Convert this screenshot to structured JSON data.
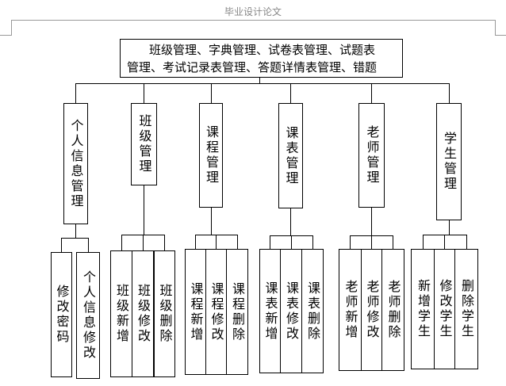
{
  "header": {
    "title": "毕业设计论文"
  },
  "root": {
    "line1": "班级管理、字典管理、试卷表管理、试题表",
    "line2": "管理、考试记录表管理、答题详情表管理、错题"
  },
  "modules": [
    {
      "label": "个人信息管理",
      "children": [
        "修改密码",
        "个人信息修改"
      ]
    },
    {
      "label": "班级管理",
      "children": [
        "班级新增",
        "班级修改",
        "班级删除"
      ]
    },
    {
      "label": "课程管理",
      "children": [
        "课程新增",
        "课程修改",
        "课程删除"
      ]
    },
    {
      "label": "课表管理",
      "children": [
        "课表新增",
        "课表修改",
        "课表删除"
      ]
    },
    {
      "label": "老师管理",
      "children": [
        "老师新增",
        "老师修改",
        "老师删除"
      ]
    },
    {
      "label": "学生管理",
      "children": [
        "新增学生",
        "修改学生",
        "删除学生"
      ]
    }
  ]
}
